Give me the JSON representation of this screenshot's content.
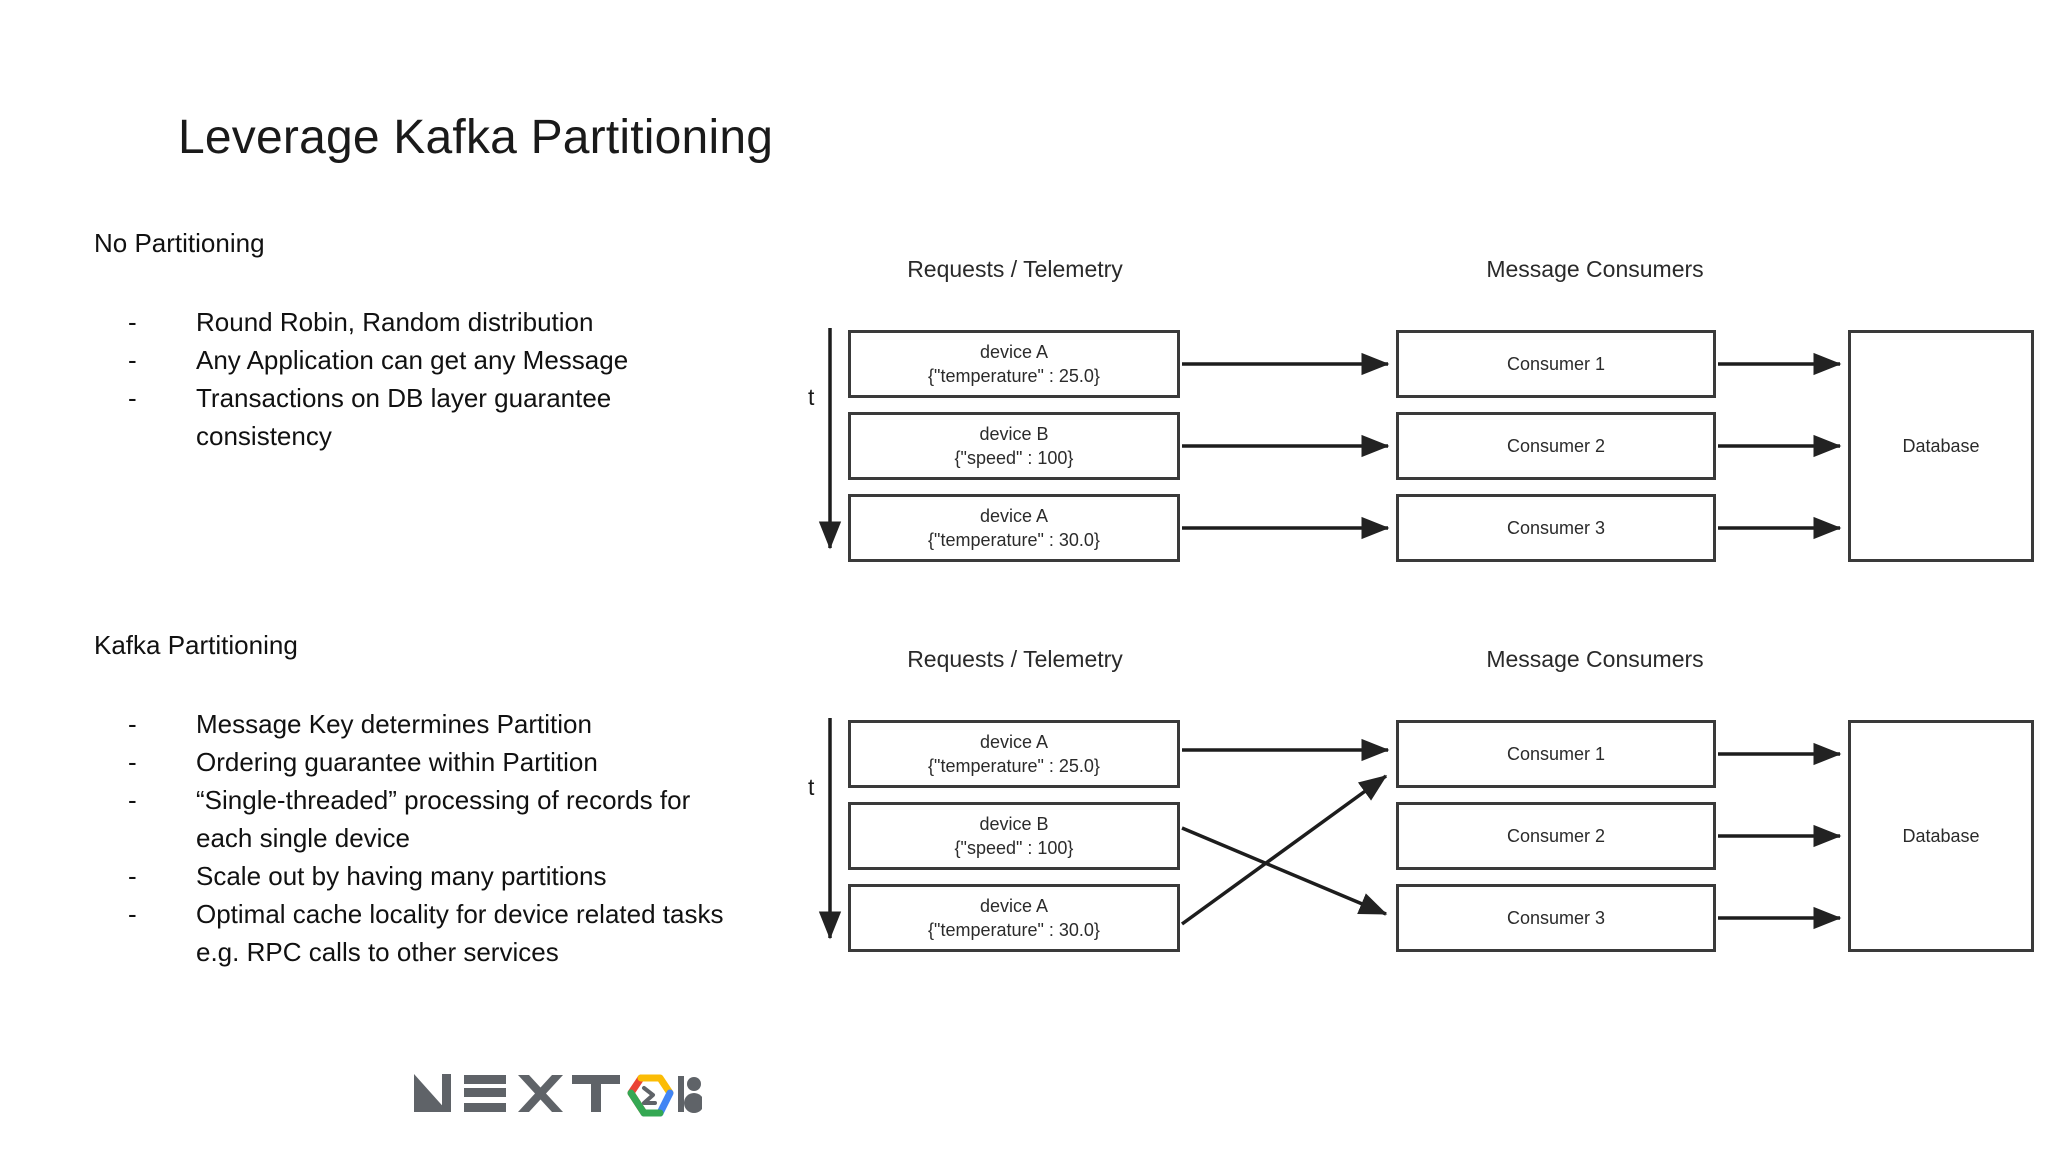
{
  "slide": {
    "title": "Leverage Kafka Partitioning"
  },
  "sections": [
    {
      "heading": "No Partitioning",
      "bullets": [
        "Round Robin, Random distribution",
        "Any Application can get any Message",
        "Transactions on DB layer guarantee consistency"
      ]
    },
    {
      "heading": "Kafka Partitioning",
      "bullets": [
        "Message Key determines Partition",
        "Ordering guarantee within Partition",
        "“Single-threaded” processing of records for each single device",
        "Scale out by having many partitions",
        "Optimal cache locality for device related tasks e.g. RPC calls to other services"
      ]
    }
  ],
  "bullet_marker": "-",
  "diagrams": [
    {
      "name": "no-partitioning",
      "column_labels": {
        "requests": "Requests / Telemetry",
        "consumers": "Message Consumers"
      },
      "time_axis_label": "t",
      "messages": [
        {
          "device": "device A",
          "payload": "{\"temperature\" : 25.0}"
        },
        {
          "device": "device B",
          "payload": "{\"speed\" : 100}"
        },
        {
          "device": "device A",
          "payload": "{\"temperature\" : 30.0}"
        }
      ],
      "consumers": [
        "Consumer 1",
        "Consumer 2",
        "Consumer 3"
      ],
      "database": "Database",
      "routing": [
        {
          "from": 0,
          "to": 0
        },
        {
          "from": 1,
          "to": 1
        },
        {
          "from": 2,
          "to": 2
        }
      ]
    },
    {
      "name": "kafka-partitioning",
      "column_labels": {
        "requests": "Requests / Telemetry",
        "consumers": "Message Consumers"
      },
      "time_axis_label": "t",
      "messages": [
        {
          "device": "device A",
          "payload": "{\"temperature\" : 25.0}"
        },
        {
          "device": "device B",
          "payload": "{\"speed\" : 100}"
        },
        {
          "device": "device A",
          "payload": "{\"temperature\" : 30.0}"
        }
      ],
      "consumers": [
        "Consumer 1",
        "Consumer 2",
        "Consumer 3"
      ],
      "database": "Database",
      "routing": [
        {
          "from": 0,
          "to": 0
        },
        {
          "from": 1,
          "to": 2
        },
        {
          "from": 2,
          "to": 0
        }
      ]
    }
  ],
  "footer": {
    "logo_text": "NEXT",
    "logo_year": "18",
    "logo_icon": "google-cloud-logo"
  },
  "colors": {
    "text": "#111111",
    "diagram_stroke": "#3a3a3a",
    "diagram_text": "#2b2b2b",
    "logo_gray": "#5f6368",
    "google_blue": "#4285f4",
    "google_red": "#ea4335",
    "google_yellow": "#fbbc05",
    "google_green": "#34a853"
  }
}
